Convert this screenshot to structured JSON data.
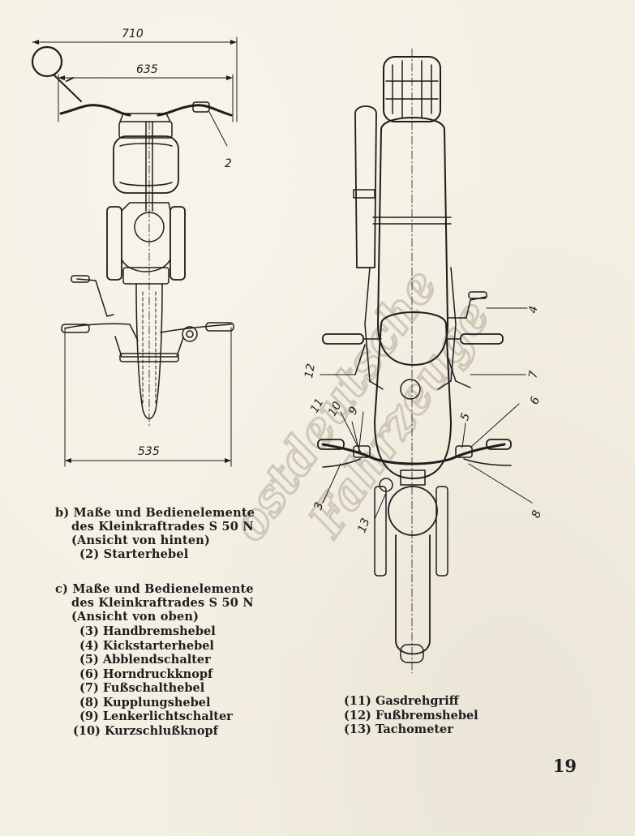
{
  "figure_b": {
    "dimensions": {
      "top": "710",
      "middle": "635",
      "bottom": "535"
    },
    "callout": "2",
    "caption": {
      "label": "b)",
      "line1": "Maße und Bedienelemente",
      "line2": "des Kleinkraftrades S 50 N",
      "line3": "(Ansicht von hinten)",
      "item": "(2) Starterhebel"
    }
  },
  "figure_c": {
    "callouts": [
      "3",
      "4",
      "5",
      "6",
      "7",
      "8",
      "9",
      "10",
      "11",
      "12",
      "13"
    ],
    "caption": {
      "label": "c)",
      "line1": "Maße und Bedienelemente",
      "line2": "des Kleinkraftrades S 50 N",
      "line3": "(Ansicht von oben)"
    },
    "legend_left": [
      "(3) Handbremshebel",
      "(4) Kickstarterhebel",
      "(5) Abblendschalter",
      "(6) Horndruckknopf",
      "(7) Fußschalthebel",
      "(8) Kupplungshebel",
      "(9) Lenkerlichtschalter",
      "(10) Kurzschlußknopf"
    ],
    "legend_right": [
      "(11) Gasdrehgriff",
      "(12) Fußbremshebel",
      "(13) Tachometer"
    ]
  },
  "watermark": {
    "line1": "ostdeutsche",
    "line2": "Fahrzeuge",
    "color": "#c9c3b6"
  },
  "page_number": "19"
}
